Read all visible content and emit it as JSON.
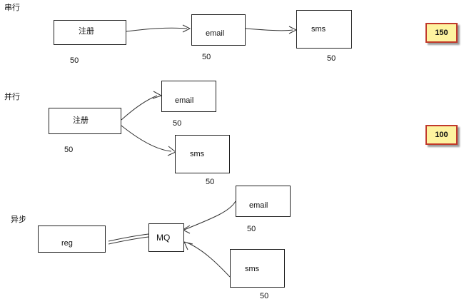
{
  "sections": {
    "serial": {
      "label": "串行",
      "box_register": "注册",
      "box_email": "email",
      "box_sms": "sms",
      "t_register": "50",
      "t_email": "50",
      "t_sms": "50",
      "total": "150"
    },
    "parallel": {
      "label": "并行",
      "box_register": "注册",
      "box_email": "email",
      "box_sms": "sms",
      "t_register": "50",
      "t_email": "50",
      "t_sms": "50",
      "total": "100"
    },
    "async": {
      "label": "异步",
      "box_reg": "reg",
      "box_mq": "MQ",
      "box_email": "email",
      "box_sms": "sms",
      "t_email": "50",
      "t_sms": "50"
    }
  },
  "colors": {
    "badge_fill": "#fef3a0",
    "badge_border": "#c0392b",
    "line": "#333333"
  }
}
